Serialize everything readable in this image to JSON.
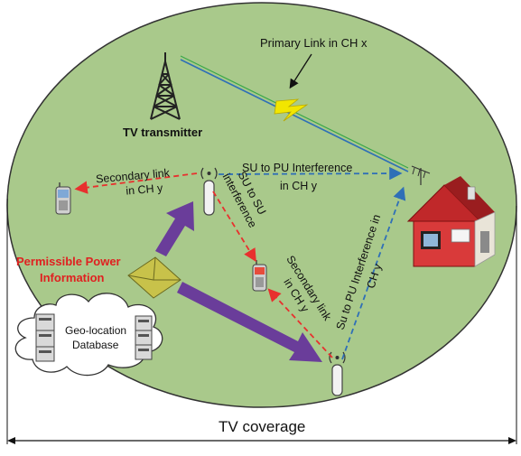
{
  "labels": {
    "primary_link": "Primary Link in CH x",
    "tv_transmitter": "TV transmitter",
    "secondary_link_1": [
      "Secondary link",
      "in CH y"
    ],
    "su_pu_interference_1": [
      "SU to PU Interference",
      "in CH y"
    ],
    "su_su_interference": [
      "SU to SU",
      "interference"
    ],
    "secondary_link_2": [
      "Secondary link",
      "in CH y"
    ],
    "su_pu_interference_2": [
      "Su to PU Interference in",
      "CH y"
    ],
    "permissible_power": [
      "Permissible Power",
      "Information"
    ],
    "database": [
      "Geo-location",
      "Database"
    ],
    "tv_coverage": "TV coverage"
  },
  "colors": {
    "coverage_fill": "#a9c98b",
    "secondary_link": "#e8302e",
    "interference": "#2f6fb7",
    "big_arrow": "#6a3d9a",
    "permissible_power_text": "#e02020",
    "lightning": "#f2e600"
  }
}
